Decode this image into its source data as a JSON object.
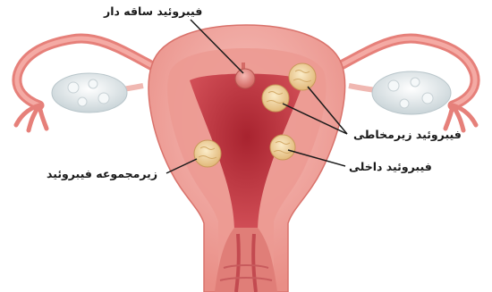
{
  "labels": {
    "pedunculated": "فیبروئید ساقه دار",
    "submucosal": "فیبروئید زیرمخاطی",
    "intramural": "فیبروئید داخلی",
    "subserosal": "زیرمجموعه فیبروئید"
  },
  "colors": {
    "uterus_outer": "#f3a9a3",
    "uterus_wall": "#e8877f",
    "cavity": "#c73c44",
    "fibroid": "#f1d8a6",
    "ovary": "#e9eef0",
    "leader": "#1a1a1a"
  }
}
